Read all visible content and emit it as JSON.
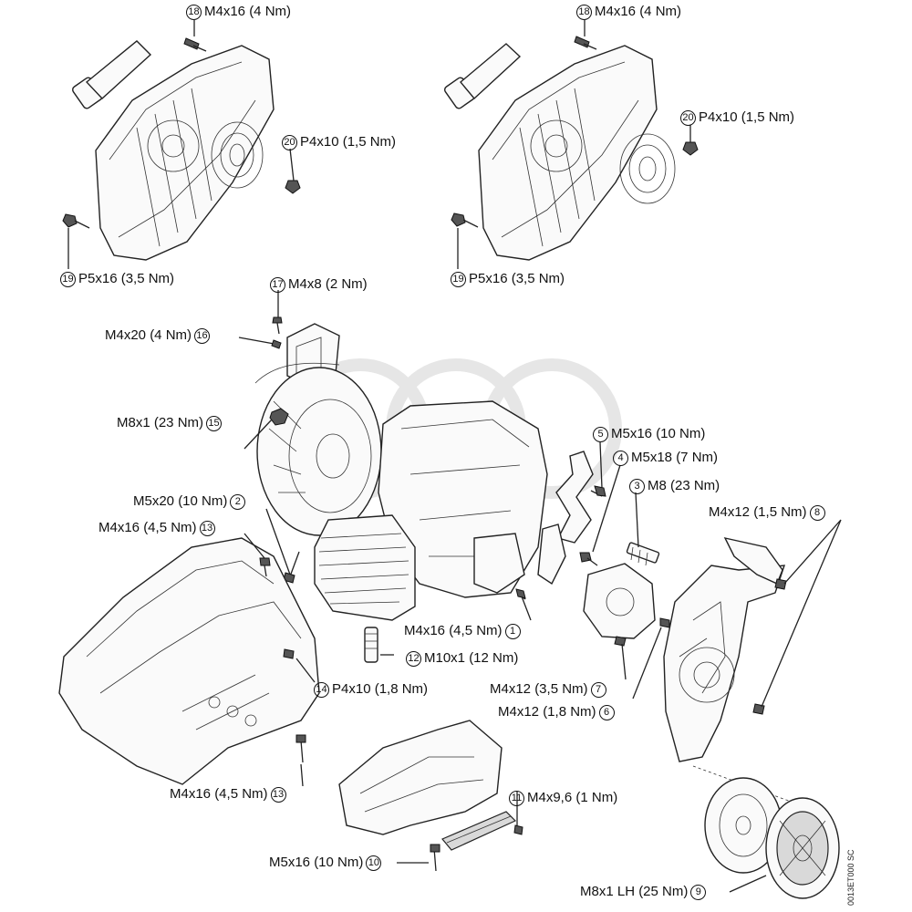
{
  "callouts": [
    {
      "id": "c18a",
      "num": "18",
      "text": "M4x16 (4 Nm)",
      "side": "right"
    },
    {
      "id": "c20a",
      "num": "20",
      "text": "P4x10 (1,5 Nm)",
      "side": "right"
    },
    {
      "id": "c19a",
      "num": "19",
      "text": "P5x16 (3,5 Nm)",
      "side": "right"
    },
    {
      "id": "c18b",
      "num": "18",
      "text": "M4x16 (4 Nm)",
      "side": "right"
    },
    {
      "id": "c20b",
      "num": "20",
      "text": "P4x10 (1,5 Nm)",
      "side": "right"
    },
    {
      "id": "c19b",
      "num": "19",
      "text": "P5x16 (3,5 Nm)",
      "side": "right"
    },
    {
      "id": "c17",
      "num": "17",
      "text": "M4x8 (2 Nm)",
      "side": "right"
    },
    {
      "id": "c16",
      "num": "16",
      "text": "M4x20 (4 Nm)",
      "side": "left"
    },
    {
      "id": "c15",
      "num": "15",
      "text": "M8x1 (23 Nm)",
      "side": "left"
    },
    {
      "id": "c5",
      "num": "5",
      "text": "M5x16 (10 Nm)",
      "side": "right"
    },
    {
      "id": "c4",
      "num": "4",
      "text": "M5x18 (7 Nm)",
      "side": "right"
    },
    {
      "id": "c3",
      "num": "3",
      "text": "M8 (23 Nm)",
      "side": "right"
    },
    {
      "id": "c8",
      "num": "8",
      "text": "M4x12 (1,5 Nm)",
      "side": "left"
    },
    {
      "id": "c2",
      "num": "2",
      "text": "M5x20 (10 Nm)",
      "side": "left"
    },
    {
      "id": "c13a",
      "num": "13",
      "text": "M4x16 (4,5 Nm)",
      "side": "left"
    },
    {
      "id": "c1",
      "num": "1",
      "text": "M4x16 (4,5 Nm)",
      "side": "left"
    },
    {
      "id": "c12",
      "num": "12",
      "text": "M10x1 (12 Nm)",
      "side": "right"
    },
    {
      "id": "c14",
      "num": "14",
      "text": "P4x10 (1,8 Nm)",
      "side": "right"
    },
    {
      "id": "c7",
      "num": "7",
      "text": "M4x12 (3,5 Nm)",
      "side": "left"
    },
    {
      "id": "c6",
      "num": "6",
      "text": "M4x12 (1,8 Nm)",
      "side": "left"
    },
    {
      "id": "c13b",
      "num": "13",
      "text": "M4x16 (4,5 Nm)",
      "side": "left"
    },
    {
      "id": "c11",
      "num": "11",
      "text": "M4x9,6 (1 Nm)",
      "side": "right"
    },
    {
      "id": "c10",
      "num": "10",
      "text": "M5x16 (10 Nm)",
      "side": "left"
    },
    {
      "id": "c9",
      "num": "9",
      "text": "M8x1 LH (25 Nm)",
      "side": "left"
    }
  ],
  "drawing_code": "0013ET000 SC",
  "colors": {
    "ink": "#222222",
    "background": "#ffffff",
    "watermark": "#e6e6e6"
  }
}
